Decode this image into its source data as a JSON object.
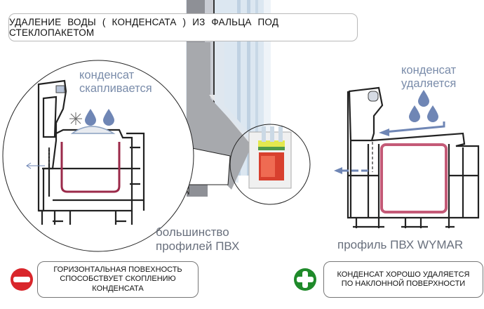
{
  "header": {
    "title": "УДАЛЕНИЕ ВОДЫ ( КОНДЕНСАТА ) ИЗ ФАЛЬЦА ПОД СТЕКЛОПАКЕТОМ"
  },
  "left_panel": {
    "label_line1": "конденсат",
    "label_line2": "скапливается",
    "caption_line1": "большинство",
    "caption_line2": "профилей ПВХ",
    "icons": [
      "snowflake-icon",
      "water-drop-icon",
      "water-drop-icon"
    ],
    "note": {
      "icon": "no-entry-icon",
      "icon_color": "#d9262b",
      "line1": "ГОРИЗОНТАЛЬНАЯ ПОВЕХНОСТЬ",
      "line2": "СПОСОБСТВУЕТ СКОПЛЕНИЮ",
      "line3": "КОНДЕНСАТА"
    }
  },
  "right_panel": {
    "label_line1": "конденсат",
    "label_line2": "удаляется",
    "caption": "профиль ПВХ WYMAR",
    "icons": [
      "water-drop-icon",
      "water-drop-icon",
      "water-drop-icon"
    ],
    "note": {
      "icon": "plus-icon",
      "icon_color": "#1f8a2a",
      "line1": "КОНДЕНСАТ ХОРОШО УДАЛЯЕТСЯ",
      "line2": "ПО НАКЛОННОЙ ПОВЕРХНОСТИ"
    }
  },
  "colors": {
    "label_blue": "#7a8caa",
    "drop_blue": "#6f86b5",
    "reinforcement_red": "#9b2a4a",
    "frame_gray": "#a7a9ad"
  }
}
